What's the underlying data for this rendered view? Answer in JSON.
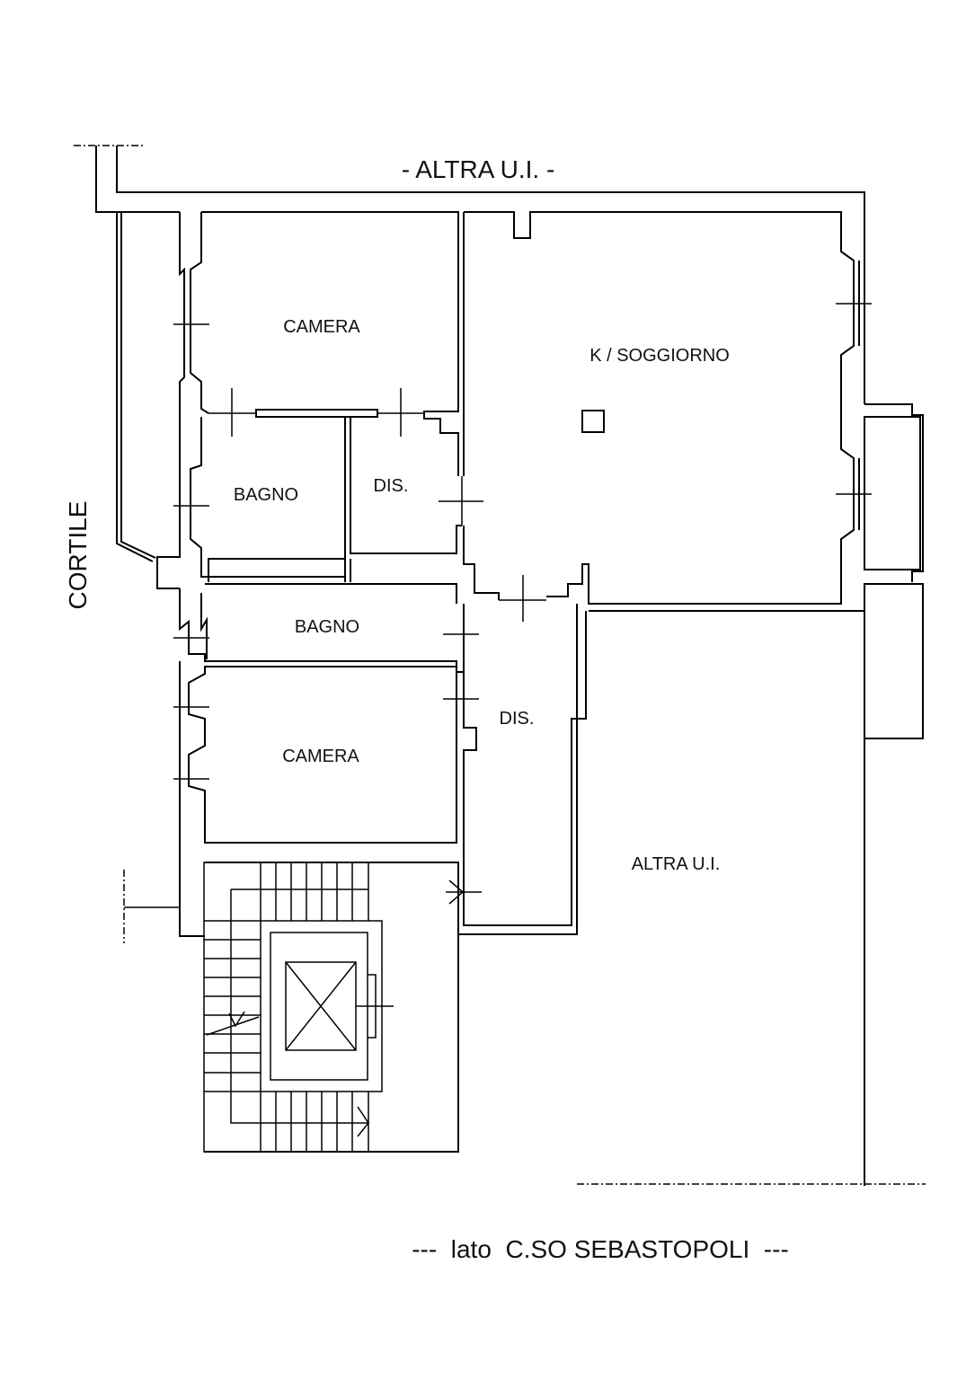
{
  "plan": {
    "top_label": "- ALTRA U.I. -",
    "side_label": "CORTILE",
    "bottom_label": "---  lato  C.SO SEBASTOPOLI  ---",
    "rooms": {
      "camera_top": "CAMERA",
      "soggiorno": "K / SOGGIORNO",
      "bagno_1": "BAGNO",
      "dis_1": "DIS.",
      "bagno_2": "BAGNO",
      "dis_2": "DIS.",
      "camera_bottom": "CAMERA",
      "altra_ui": "ALTRA U.I."
    }
  },
  "colors": {
    "line": "#000000",
    "background": "#ffffff"
  }
}
